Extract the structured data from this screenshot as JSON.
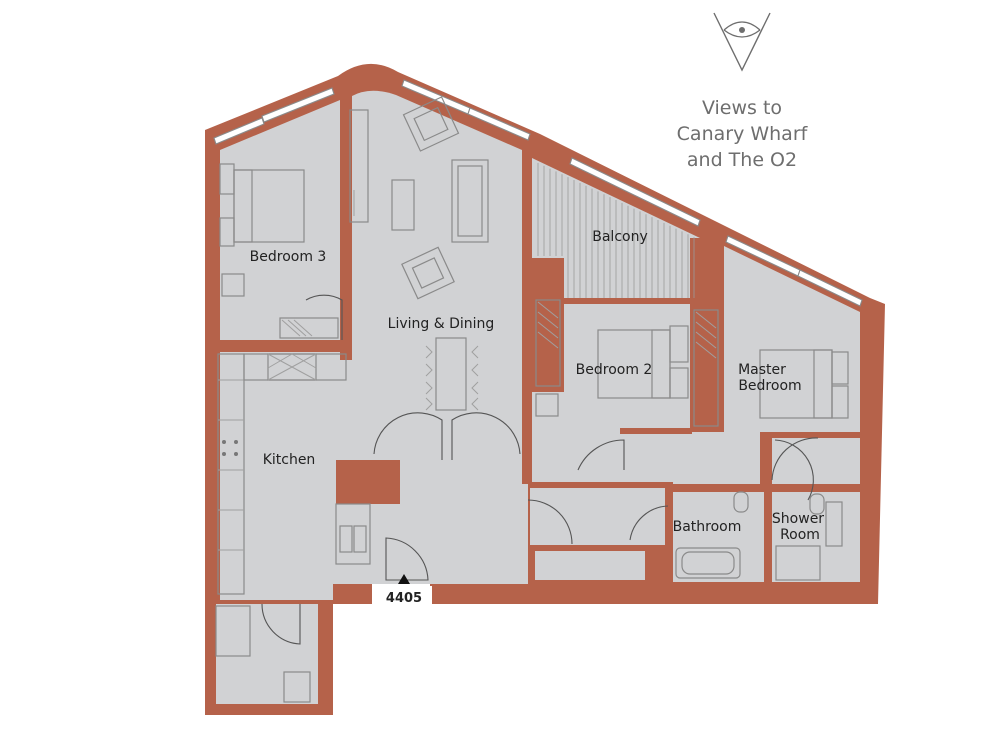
{
  "colors": {
    "wall": "#b5624a",
    "floor": "#d1d2d4",
    "text": "#222222",
    "views_text": "#6e6e6e"
  },
  "views_note": {
    "line1": "Views to",
    "line2": "Canary Wharf",
    "line3": "and The O2",
    "icon": "eye-view-icon"
  },
  "rooms": {
    "bedroom3": "Bedroom 3",
    "living_dining": "Living & Dining",
    "balcony": "Balcony",
    "bedroom2": "Bedroom 2",
    "master_line1": "Master",
    "master_line2": "Bedroom",
    "kitchen": "Kitchen",
    "bathroom": "Bathroom",
    "shower_line1": "Shower",
    "shower_line2": "Room"
  },
  "unit": {
    "number": "4405",
    "entrance_icon": "entrance-arrow-icon"
  }
}
